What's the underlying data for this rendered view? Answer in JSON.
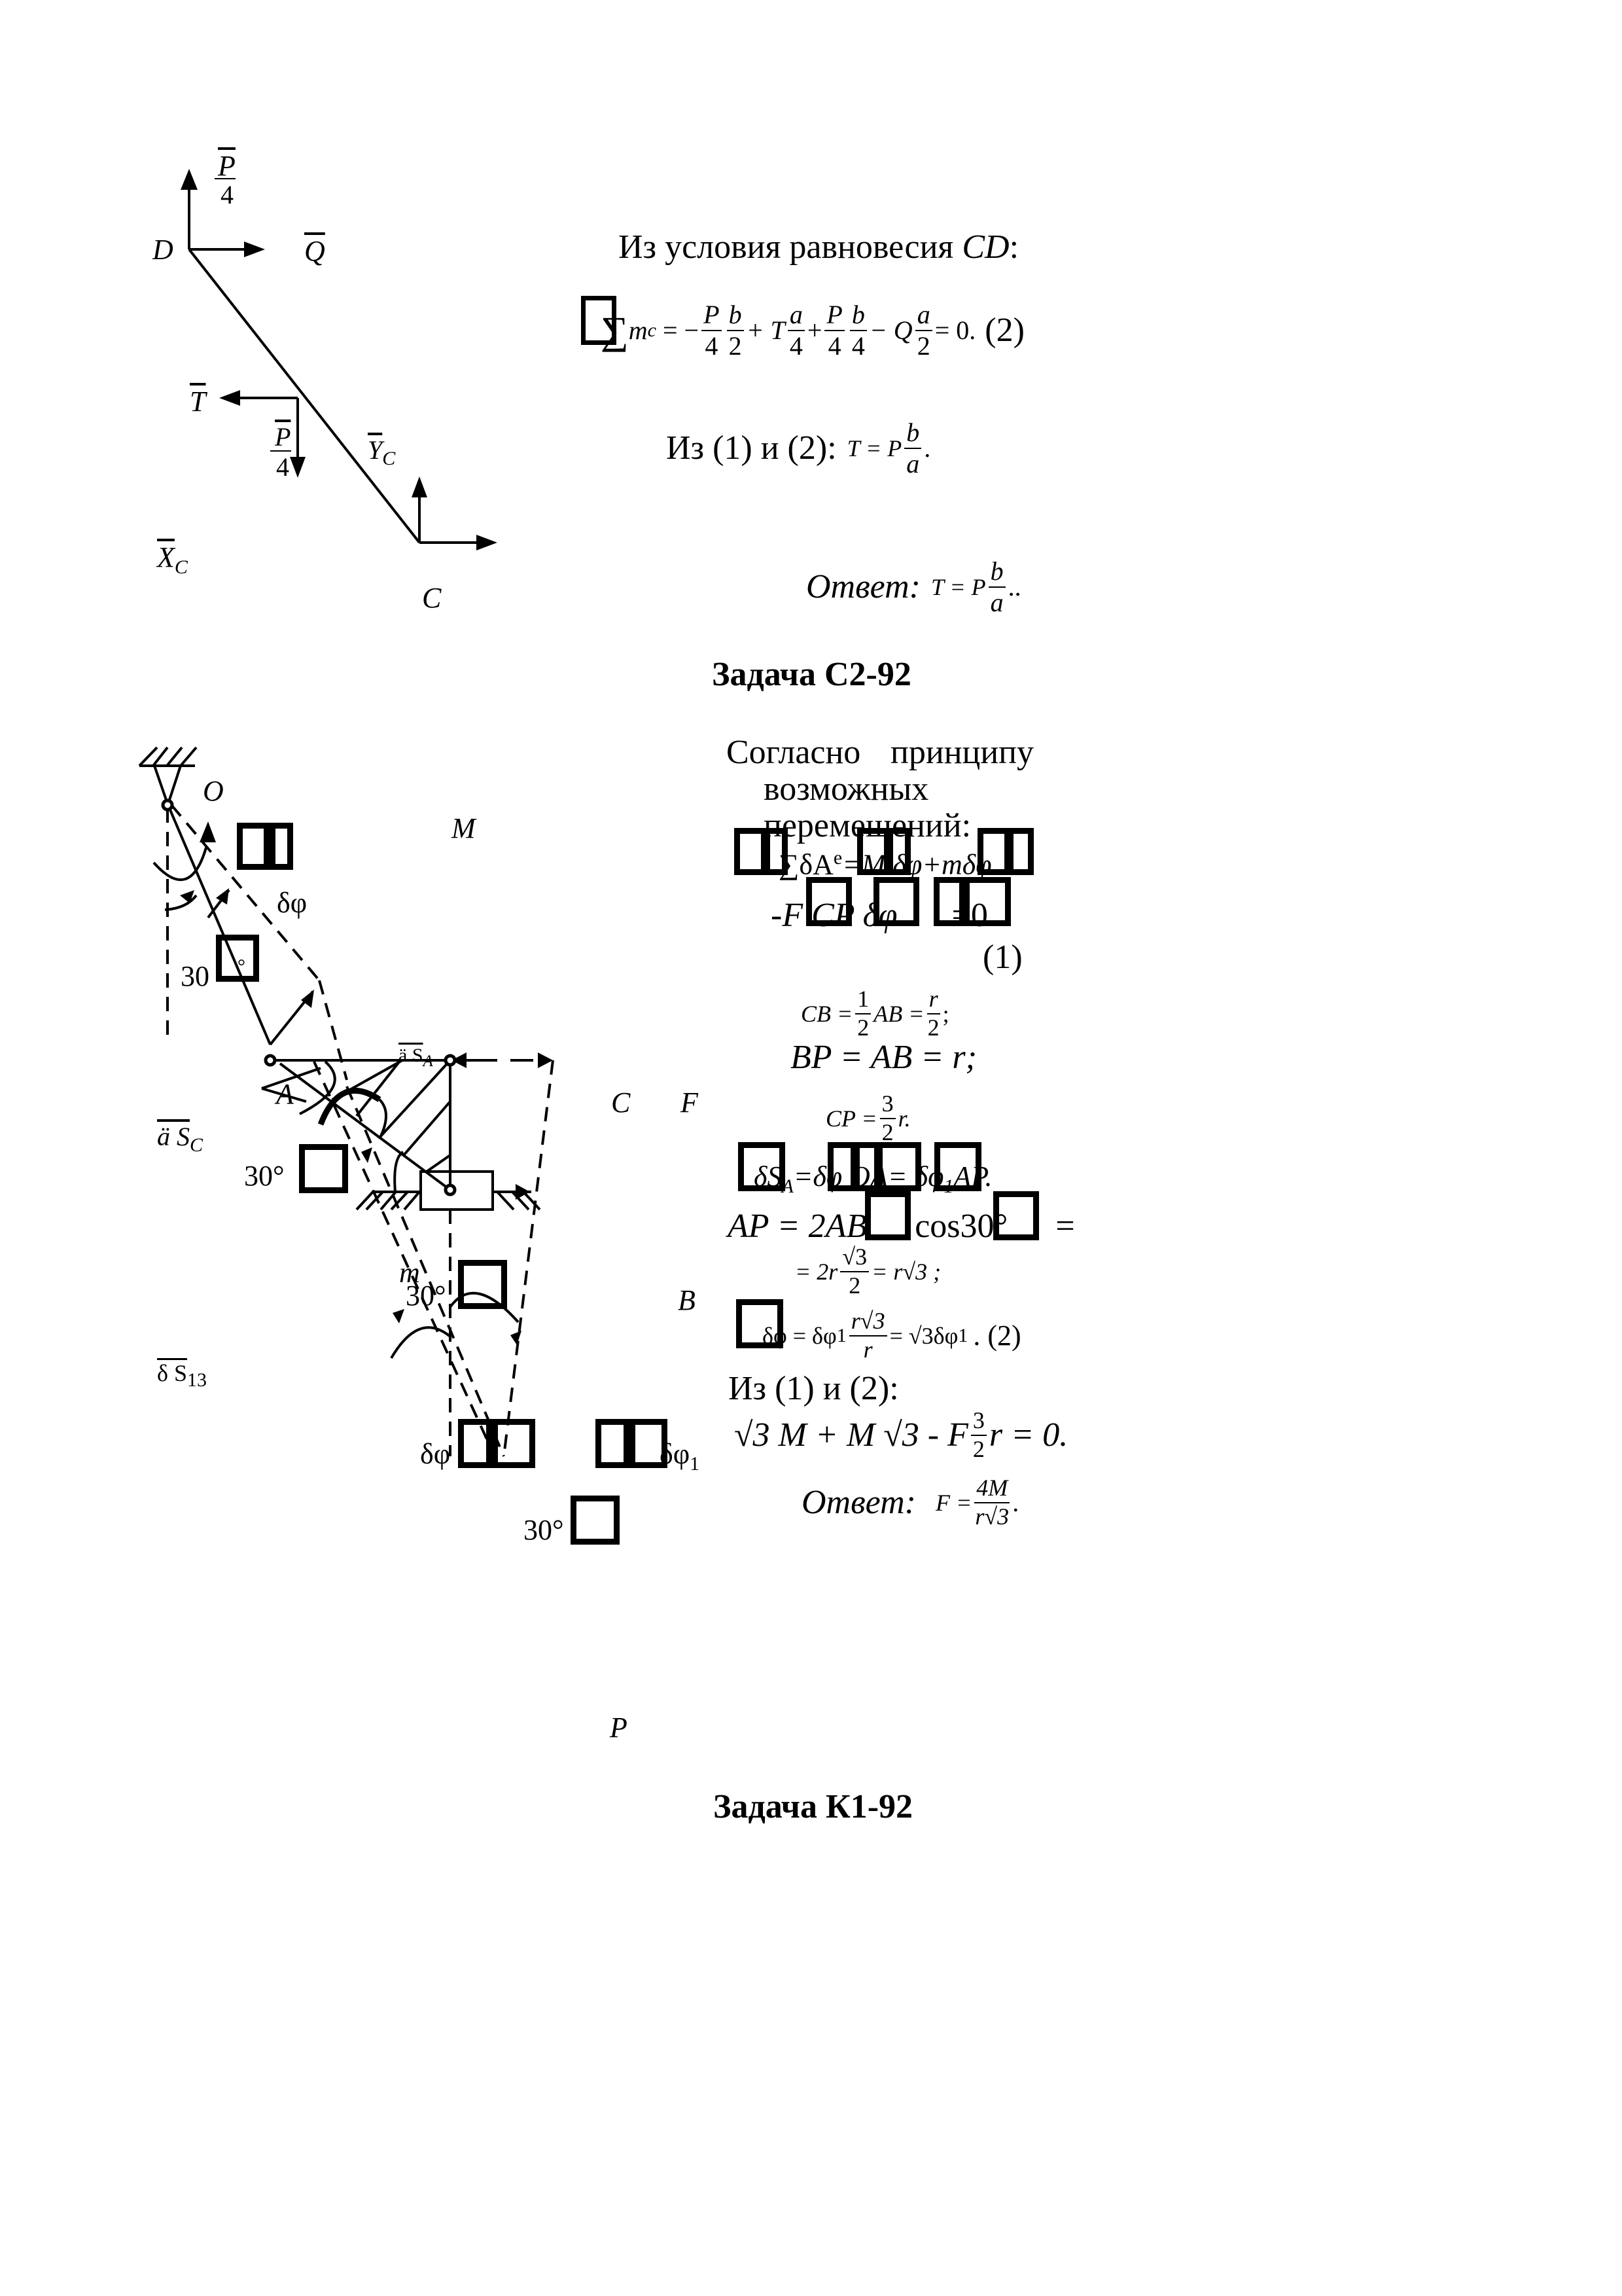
{
  "problem_cd": {
    "diagram_labels": {
      "point_d": "D",
      "point_c": "C",
      "force_p4_top_num": "P",
      "force_p4_top_den": "4",
      "force_q": "Q",
      "force_t": "T",
      "force_p4_mid_num": "P",
      "force_p4_mid_den": "4",
      "force_yc": "Y",
      "force_yc_sub": "C",
      "force_xc": "X",
      "force_xc_sub": "C"
    },
    "equilibrium_heading": "Из условия равновесия",
    "equilibrium_subject": "CD",
    "equilibrium_colon": ":",
    "moment_equation": {
      "sigma": "∑",
      "lhs": "m",
      "lhs_sub": "c",
      "eq1": "= −",
      "f1n": "P",
      "f1d": "4",
      "f2n": "b",
      "f2d": "2",
      "plus1": "+ T",
      "f3n": "a",
      "f3d": "4",
      "plus2": "+",
      "f4n": "P",
      "f4d": "4",
      "f5n": "b",
      "f5d": "4",
      "minus": "− Q",
      "f6n": "a",
      "f6d": "2",
      "rhs": "= 0.",
      "number": "(2)"
    },
    "from_12_prefix": "Из (1) и (2):",
    "result_lhs": "T = P",
    "result_num": "b",
    "result_den": "a",
    "result_tail": ".",
    "answer_label": "Ответ:",
    "answer_lhs": "T = P",
    "answer_num": "b",
    "answer_den": "a",
    "answer_tail": ".."
  },
  "problem_c2_92": {
    "title": "Задача С2-92",
    "diagram_labels": {
      "point_o": "O",
      "moment_m": "M",
      "delta_phi_top": "δφ",
      "angle_30_top": "30",
      "angle_deg_small": "°",
      "delta_sa": "ä S",
      "delta_sa_sub": "A",
      "point_a": "A",
      "point_c": "C",
      "force_f": "F",
      "delta_sc": "ä S",
      "delta_sc_sub": "C",
      "angle_30_left": "30°",
      "label_m": "m",
      "angle_30_mid": "30°",
      "point_b": "B",
      "delta_s13": "δ S",
      "delta_s13_sub": "13",
      "delta_phi_bottom": "δφ",
      "delta_phi1": "δφ",
      "delta_phi1_sub": "1",
      "angle_30_bottom": "30°",
      "point_p": "P"
    },
    "principle_line1_a": "Согласно",
    "principle_line1_b": "принципу",
    "principle_line2": "возможных",
    "principle_line3": "перемещений:",
    "work_eq_line1": "∑δA",
    "work_eq_line1_sup": "e",
    "work_eq_line1_rest": "=M   δφ+mδφ",
    "work_eq_line2": "-F   CP   δφ",
    "work_eq_line2_tail": "=0",
    "work_eq_number": "(1)",
    "cb_eq_lhs": "CB =",
    "cb_f1n": "1",
    "cb_f1d": "2",
    "cb_mid": "AB =",
    "cb_f2n": "r",
    "cb_f2d": "2",
    "cb_tail": ";",
    "bp_eq": "BP = AB = r;",
    "cp_eq_lhs": "CP =",
    "cp_fn": "3",
    "cp_fd": "2",
    "cp_tail": "r.",
    "ds_eq": "δS",
    "ds_eq_sub": "A",
    "ds_eq_rest": "=δφ      OA= δφ",
    "ds_eq_sub2": "1",
    "ds_eq_tail": "AP.",
    "ap_eq": "AP = 2AB",
    "ap_eq_cos": "cos30°",
    "ap_eq_tail": "=",
    "ap_val_lhs": "= 2r",
    "ap_val_fn": "√3",
    "ap_val_fd": "2",
    "ap_val_rhs": "= r√3 ;",
    "dphi_eq_lhs": "δφ = δφ",
    "dphi_eq_sub": "1",
    "dphi_fn": "r√3",
    "dphi_fd": "r",
    "dphi_rhs": "= √3δφ",
    "dphi_rhs_sub": "1",
    "dphi_number": ". (2)",
    "from_12": "Из (1) и (2):",
    "final_eq_a": "√3 M + M √3 - F",
    "final_fn": "3",
    "final_fd": "2",
    "final_eq_b": "r = 0.",
    "answer_label": "Ответ:",
    "answer_lhs": "F =",
    "answer_num": "4M",
    "answer_den": "r√3",
    "answer_tail": "."
  },
  "problem_k1_92": {
    "title": "Задача К1-92"
  }
}
